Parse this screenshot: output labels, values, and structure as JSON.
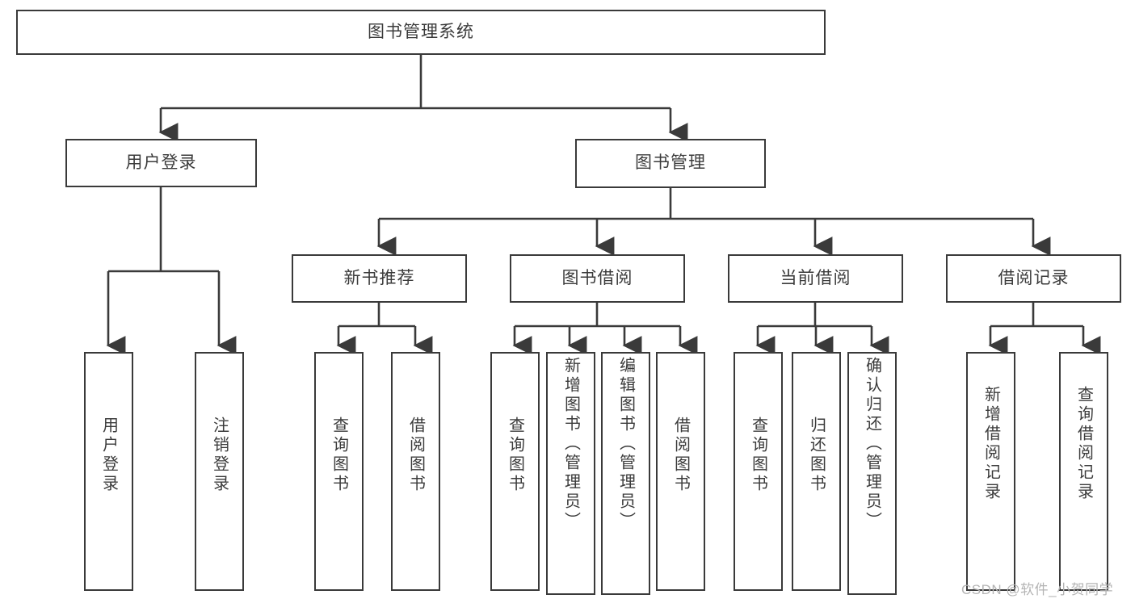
{
  "diagram": {
    "title": "图书管理系统",
    "type": "tree",
    "watermark": "CSDN @软件_小贺同学",
    "colors": {
      "stroke": "#3a3a3a",
      "text": "#3b3b3b",
      "background": "#ffffff",
      "watermark": "#b4b4b4"
    },
    "nodes": {
      "root": {
        "label": "图书管理系统"
      },
      "level1": [
        {
          "id": "user-login",
          "label": "用户登录"
        },
        {
          "id": "book-manage",
          "label": "图书管理"
        }
      ],
      "level2": [
        {
          "id": "new-book-recommend",
          "label": "新书推荐"
        },
        {
          "id": "book-borrow",
          "label": "图书借阅"
        },
        {
          "id": "current-borrow",
          "label": "当前借阅"
        },
        {
          "id": "borrow-record",
          "label": "借阅记录"
        }
      ],
      "leaves": {
        "user-login": [
          {
            "id": "leaf-user-login",
            "label": "用户登录"
          },
          {
            "id": "leaf-logout-login",
            "label": "注销登录"
          }
        ],
        "new-book-recommend": [
          {
            "id": "leaf-query-book-1",
            "label": "查询图书"
          },
          {
            "id": "leaf-borrow-book-1",
            "label": "借阅图书"
          }
        ],
        "book-borrow": [
          {
            "id": "leaf-query-book-2",
            "label": "查询图书"
          },
          {
            "id": "leaf-add-book",
            "label": "新增图书（管理员）"
          },
          {
            "id": "leaf-edit-book",
            "label": "编辑图书（管理员）"
          },
          {
            "id": "leaf-borrow-book-2",
            "label": "借阅图书"
          }
        ],
        "current-borrow": [
          {
            "id": "leaf-query-book-3",
            "label": "查询图书"
          },
          {
            "id": "leaf-return-book",
            "label": "归还图书"
          },
          {
            "id": "leaf-confirm-return",
            "label": "确认归还（管理员）"
          }
        ],
        "borrow-record": [
          {
            "id": "leaf-add-record",
            "label": "新增借阅记录"
          },
          {
            "id": "leaf-query-record",
            "label": "查询借阅记录"
          }
        ]
      }
    }
  }
}
